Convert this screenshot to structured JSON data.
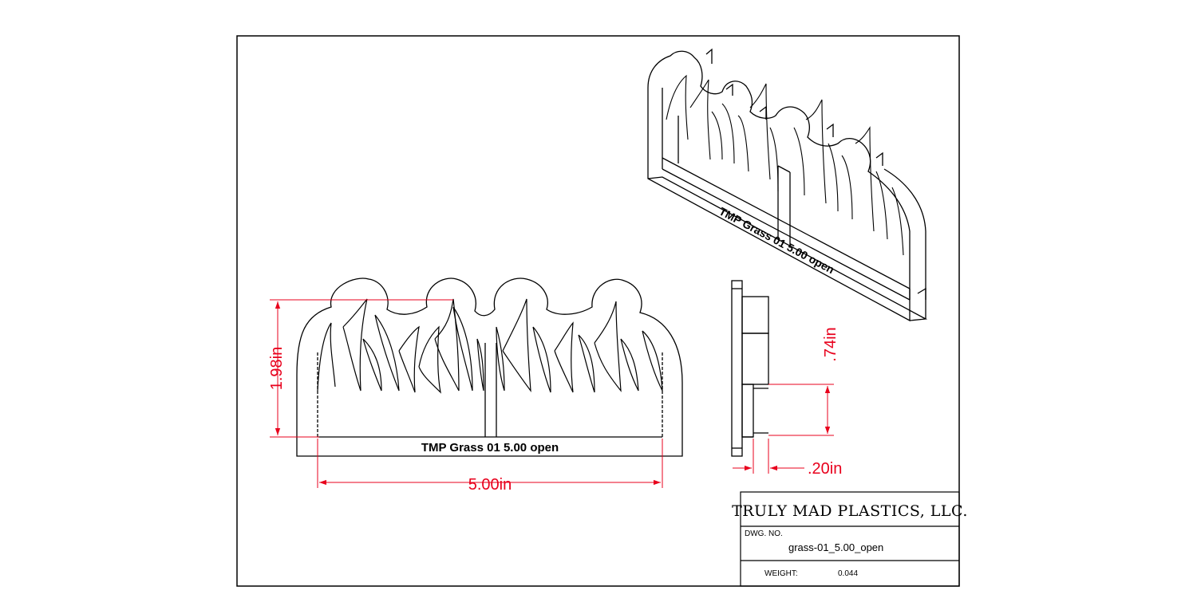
{
  "front_view": {
    "engraving": "TMP  Grass 01  5.00 open",
    "dim_height": "1.98in",
    "dim_width": "5.00in"
  },
  "side_view": {
    "dim_depth": ".74in",
    "dim_thickness": ".20in"
  },
  "iso_view": {
    "engraving": "TMP  Grass 01  5.00 open"
  },
  "title_block": {
    "company": "TRULY MAD PLASTICS, LLC.",
    "dwg_no_label": "DWG.  NO.",
    "dwg_no_value": "grass-01_5.00_open",
    "weight_label": "WEIGHT:",
    "weight_value": "0.044"
  },
  "colors": {
    "dimension": "#e8001c",
    "line": "#000000"
  }
}
